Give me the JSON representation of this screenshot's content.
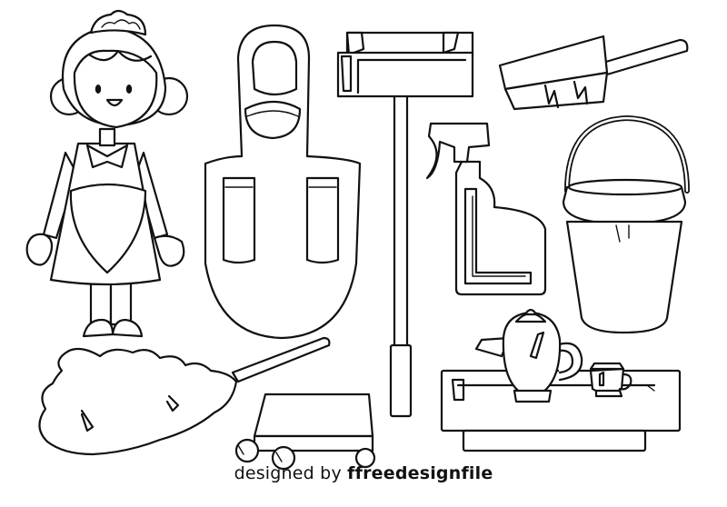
{
  "credit": {
    "prefix": "designed by",
    "logo": "f",
    "brand": "freedesignfile"
  },
  "colors": {
    "line": "#111111",
    "background": "#ffffff"
  },
  "items": [
    "maid-icon",
    "apron-icon",
    "squeegee-mop-icon",
    "scrub-brush-icon",
    "spray-bottle-icon",
    "bucket-icon",
    "feather-duster-icon",
    "sponge-icon",
    "teapot-icon",
    "tea-tray-icon",
    "teacup-icon"
  ]
}
